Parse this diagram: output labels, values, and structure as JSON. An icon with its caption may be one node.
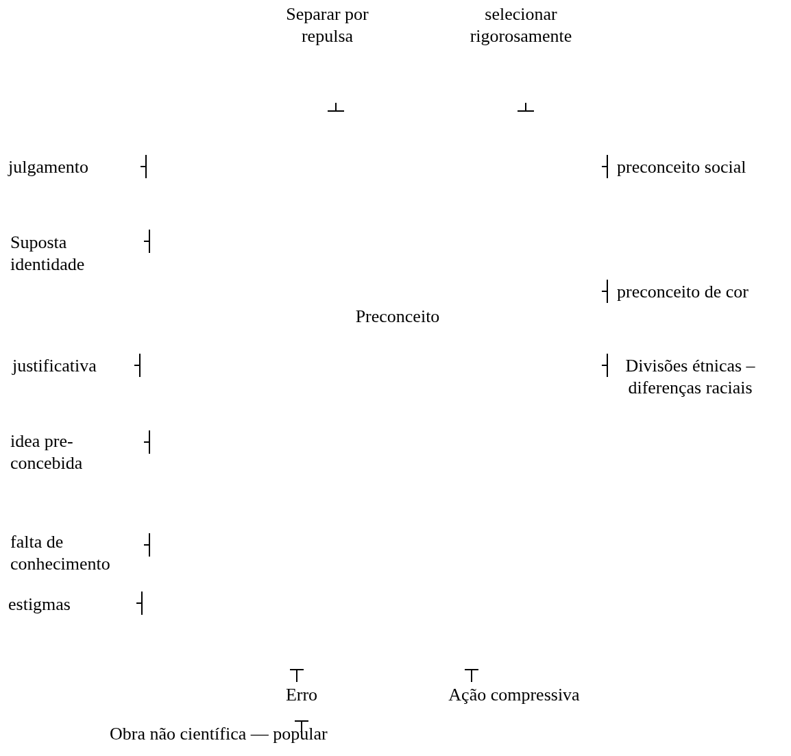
{
  "diagram": {
    "nodes": [
      {
        "text": [
          "Separar por repulsa"
        ]
      },
      {
        "text": [
          "selecionar rigorosamente"
        ]
      },
      {
        "text": [
          "julgamento"
        ]
      },
      {
        "text": [
          "preconceito social"
        ]
      },
      {
        "text": [
          "Suposta identidade"
        ]
      },
      {
        "text": [
          "preconceito de cor"
        ]
      },
      {
        "text": [
          "Preconceito"
        ]
      },
      {
        "text": [
          "justificativa"
        ]
      },
      {
        "text": [
          "Divisões étnicas – diferenças raciais"
        ]
      },
      {
        "text": [
          "idea pre- concebida"
        ]
      },
      {
        "text": [
          "falta de conhecimento"
        ]
      },
      {
        "text": [
          "estigmas"
        ]
      },
      {
        "text": [
          "Erro"
        ]
      },
      {
        "text": [
          "Ação compressiva"
        ]
      },
      {
        "text": [
          "Obra não científica — popular"
        ]
      }
    ]
  }
}
